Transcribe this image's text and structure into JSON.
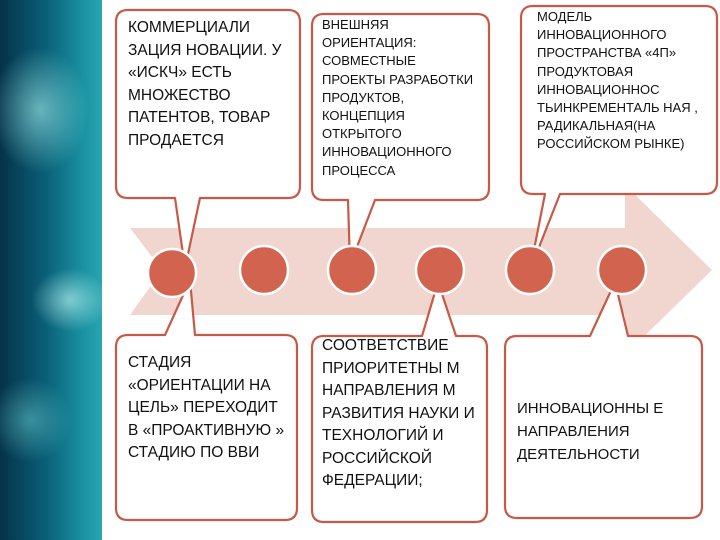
{
  "callouts": {
    "top_1": "КОММЕРЦИАЛИ ЗАЦИЯ НОВАЦИИ. У «ИСКЧ» ЕСТЬ МНОЖЕСТВО ПАТЕНТОВ, ТОВАР ПРОДАЕТСЯ",
    "top_2": "ВНЕШНЯЯ ОРИЕНТАЦИЯ: СОВМЕСТНЫЕ ПРОЕКТЫ РАЗРАБОТКИ ПРОДУКТОВ, КОНЦЕПЦИЯ ОТКРЫТОГО ИННОВАЦИОННОГО ПРОЦЕССА",
    "top_3": "МОДЕЛЬ ИННОВАЦИОННОГО ПРОСТРАНСТВА «4П» ПРОДУКТОВАЯ ИННОВАЦИОННОС ТЬИНКРЕМЕНТАЛЬ НАЯ , РАДИКАЛЬНАЯ(НА РОССИЙСКОМ РЫНКЕ)",
    "bottom_1": "СТАДИЯ «ОРИЕНТАЦИИ НА ЦЕЛЬ» ПЕРЕХОДИТ В «ПРОАКТИВНУЮ » СТАДИЮ ПО ВВИ",
    "bottom_2": "СООТВЕТСТВИЕ ПРИОРИТЕТНЫ М НАПРАВЛЕНИЯ М РАЗВИТИЯ НАУКИ И ТЕХНОЛОГИЙ И РОССИЙСКОЙ ФЕДЕРАЦИИ;",
    "bottom_3": "ИННОВАЦИОННЫ Е НАПРАВЛЕНИЯ ДЕЯТЕЛЬНОСТИ"
  },
  "colors": {
    "arrow": "#f1d6cf",
    "node": "#d2644f",
    "callout_border": "#c75a46"
  }
}
